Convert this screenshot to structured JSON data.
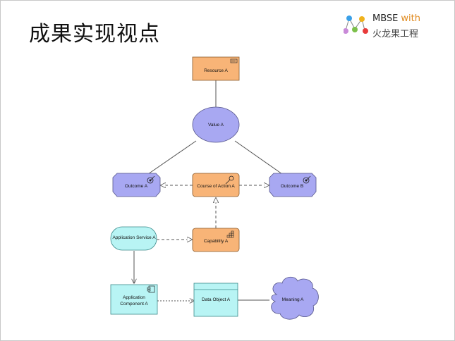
{
  "title": "成果实现视点",
  "brand": {
    "name": "MBSE",
    "with": "with",
    "subtitle": "火龙果工程"
  },
  "diagram": {
    "resource": "Resource A",
    "value": "Value A",
    "outcome_a": "Outcome A",
    "course_of_action": "Course of Action A",
    "outcome_b": "Outcome B",
    "app_service": "Application Service A",
    "capability": "Capability A",
    "app_component_line1": "Application",
    "app_component_line2": "Component A",
    "data_object": "Data Object A",
    "meaning": "Meaning A"
  },
  "colors": {
    "orange": "#f8b477",
    "purple": "#a8a8f2",
    "cyan": "#b8f4f4",
    "logo_dots": [
      "#3aa0e8",
      "#f0b21c",
      "#c98ad8",
      "#7cc04a",
      "#e83a3a"
    ]
  }
}
